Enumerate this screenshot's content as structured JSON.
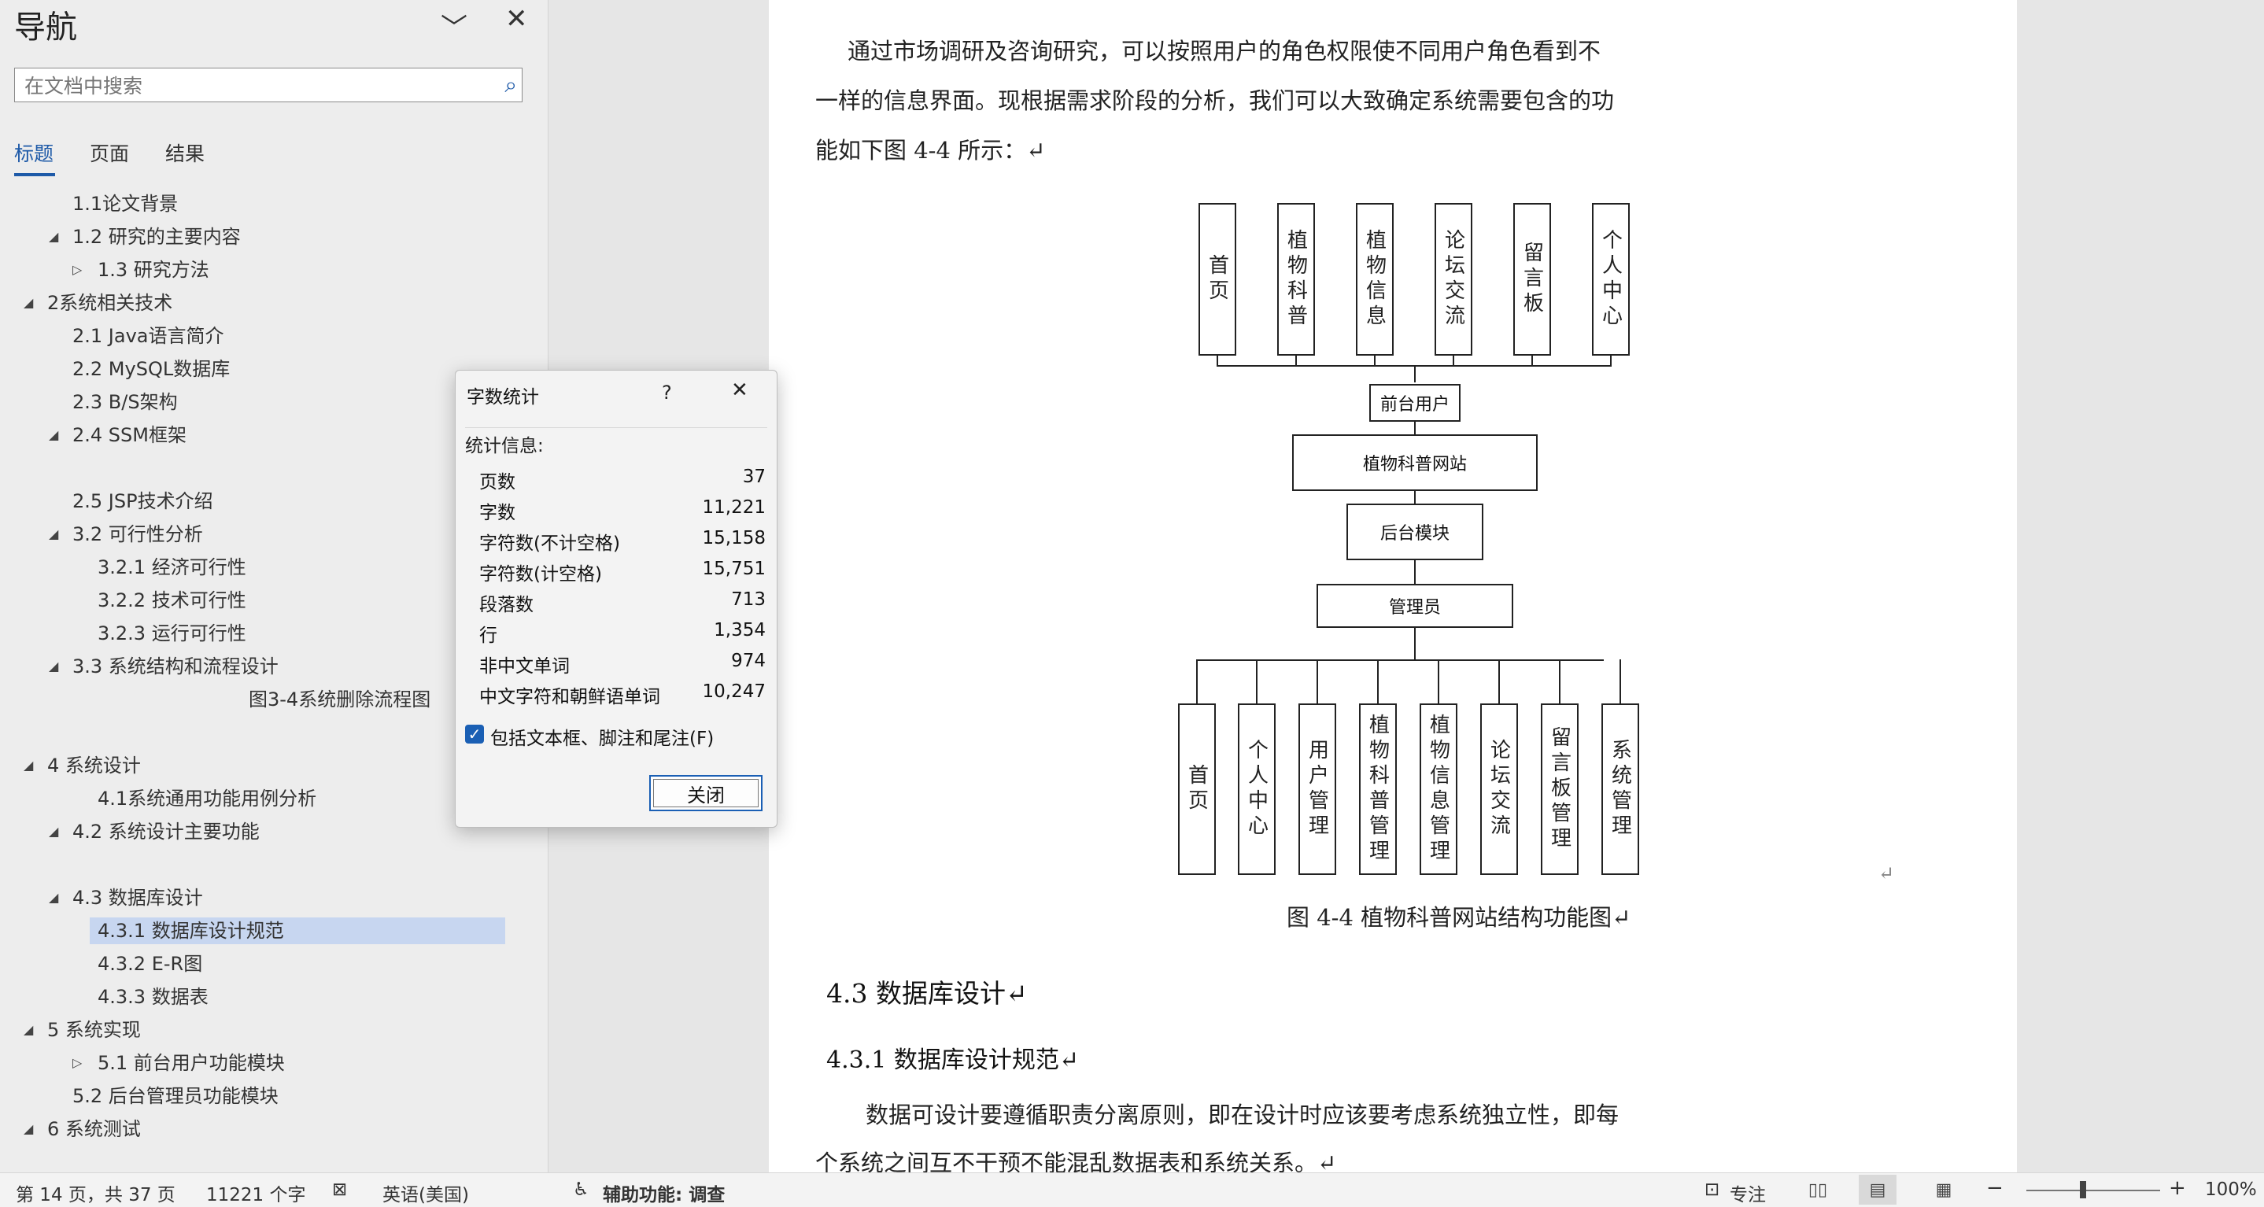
{
  "nav": {
    "title": "导航",
    "search_placeholder": "在文档中搜索",
    "tabs": [
      "标题",
      "页面",
      "结果"
    ],
    "items": [
      {
        "label": "1.1论文背景",
        "arrow": ""
      },
      {
        "label": "1.2 研究的主要内容",
        "arrow": "◢"
      },
      {
        "label": "1.3 研究方法",
        "arrow": "▷"
      },
      {
        "label": "2系统相关技术",
        "arrow": "◢"
      },
      {
        "label": "2.1 Java语言简介",
        "arrow": ""
      },
      {
        "label": "2.2  MySQL数据库",
        "arrow": ""
      },
      {
        "label": "2.3 B/S架构",
        "arrow": ""
      },
      {
        "label": "2.4 SSM框架",
        "arrow": "◢"
      },
      {
        "label": "2.5 JSP技术介绍",
        "arrow": ""
      },
      {
        "label": "3.2 可行性分析",
        "arrow": "◢"
      },
      {
        "label": "3.2.1 经济可行性",
        "arrow": ""
      },
      {
        "label": "3.2.2 技术可行性",
        "arrow": ""
      },
      {
        "label": "3.2.3 运行可行性",
        "arrow": ""
      },
      {
        "label": "3.3 系统结构和流程设计",
        "arrow": "◢"
      },
      {
        "label": "图3-4系统删除流程图",
        "arrow": ""
      },
      {
        "label": "4 系统设计",
        "arrow": "◢"
      },
      {
        "label": "4.1系统通用功能用例分析",
        "arrow": ""
      },
      {
        "label": "4.2 系统设计主要功能",
        "arrow": "◢"
      },
      {
        "label": "4.3 数据库设计",
        "arrow": "◢"
      },
      {
        "label": "4.3.1 数据库设计规范",
        "arrow": ""
      },
      {
        "label": "4.3.2 E-R图",
        "arrow": ""
      },
      {
        "label": "4.3.3 数据表",
        "arrow": ""
      },
      {
        "label": "5 系统实现",
        "arrow": "◢"
      },
      {
        "label": "5.1 前台用户功能模块",
        "arrow": "▷"
      },
      {
        "label": "5.2 后台管理员功能模块",
        "arrow": ""
      },
      {
        "label": "6 系统测试",
        "arrow": "◢"
      }
    ]
  },
  "doc": {
    "para1": [
      "通过市场调研及咨询研究，可以按照用户的角色权限使不同用户角色看到不",
      "一样的信息界面。现根据需求阶段的分析，我们可以大致确定系统需要包含的功",
      "能如下图 4-4 所示：↵"
    ],
    "top_boxes": [
      "首页",
      "植物科普",
      "植物信息",
      "论坛交流",
      "留言板",
      "个人中心"
    ],
    "front_user": "前台用户",
    "site": "植物科普网站",
    "backend": "后台模块",
    "admin": "管理员",
    "bottom_boxes": [
      "首页",
      "个人中心",
      "用户管理",
      "植物科普管理",
      "植物信息管理",
      "论坛交流",
      "留言板管理",
      "系统管理"
    ],
    "caption": "图 4-4 植物科普网站结构功能图↵",
    "h_43": "4.3  数据库设计↵",
    "h_431": "4.3.1  数据库设计规范↵",
    "para2": [
      "数据可设计要遵循职责分离原则，即在设计时应该要考虑系统独立性，即每",
      "个系统之间互不干预不能混乱数据表和系统关系。↵"
    ],
    "return_mark": "↵"
  },
  "dialog": {
    "title": "字数统计",
    "help": "?",
    "subtitle": "统计信息:",
    "stats": [
      {
        "label": "页数",
        "value": "37"
      },
      {
        "label": "字数",
        "value": "11,221"
      },
      {
        "label": "字符数(不计空格)",
        "value": "15,158"
      },
      {
        "label": "字符数(计空格)",
        "value": "15,751"
      },
      {
        "label": "段落数",
        "value": "713"
      },
      {
        "label": "行",
        "value": "1,354"
      },
      {
        "label": "非中文单词",
        "value": "974"
      },
      {
        "label": "中文字符和朝鲜语单词",
        "value": "10,247"
      }
    ],
    "checkbox_label": "包括文本框、脚注和尾注(F)",
    "close_label": "关闭"
  },
  "status": {
    "page": "第 14 页，共 37 页",
    "words": "11221 个字",
    "language": "英语(美国)",
    "accessibility": "辅助功能: 调查",
    "focus": "专注",
    "zoom": "100%"
  }
}
